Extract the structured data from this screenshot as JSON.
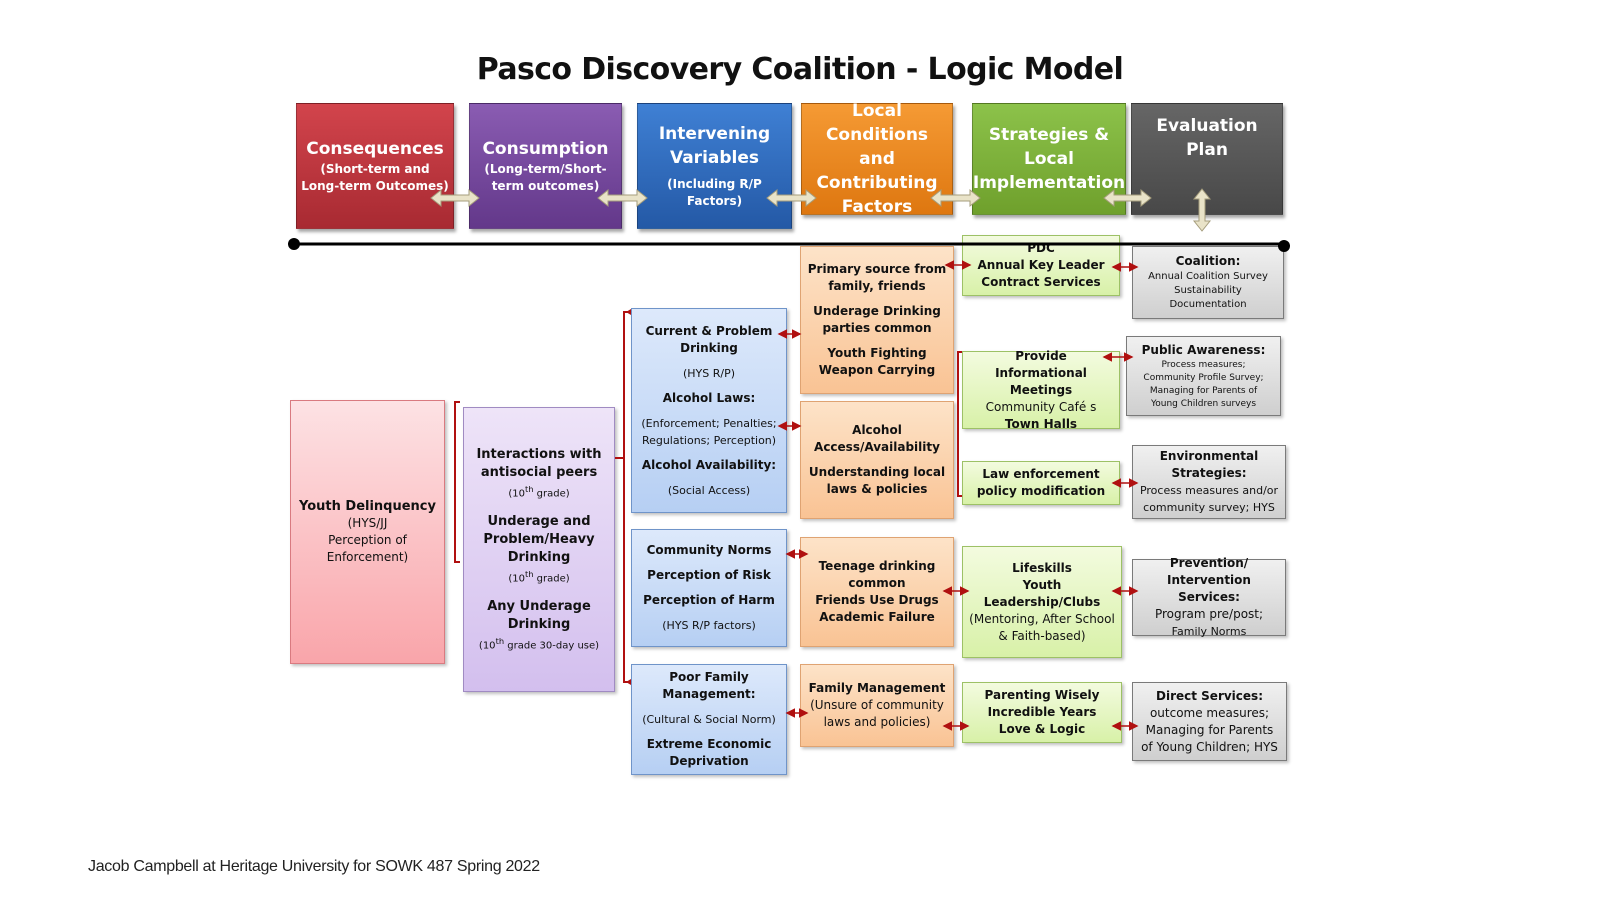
{
  "title": "Pasco Discovery Coalition - Logic Model",
  "footer": "Jacob Campbell at Heritage University for SOWK 487 Spring 2022",
  "headers": {
    "consequences": {
      "title": "Consequences",
      "sub": "(Short-term and Long-term Outcomes)",
      "color": "#c0333c"
    },
    "consumption": {
      "title": "Consumption",
      "sub": "(Long-term/Short-term outcomes)",
      "color": "#7a4aa0"
    },
    "intervening": {
      "title": "Intervening Variables",
      "sub": "(Including R/P Factors)",
      "color": "#2d6dc0"
    },
    "local": {
      "title": "Local Conditions and Contributing Factors",
      "color": "#ef8a1e"
    },
    "strategies": {
      "title": "Strategies & Local Implementation",
      "color": "#7fb23a"
    },
    "evaluation": {
      "title": "Evaluation Plan",
      "color": "#555555"
    }
  },
  "consequence_box": {
    "title": "Youth Delinquency",
    "lines": [
      "(HYS/JJ",
      "Perception of",
      "Enforcement)"
    ]
  },
  "consumption_box": {
    "item1": "Interactions with antisocial peers",
    "item1_note": "(10",
    "item1_sup": "th",
    "item1_note2": " grade)",
    "item2": "Underage and Problem/Heavy Drinking",
    "item2_note": "(10",
    "item2_sup": "th",
    "item2_note2": " grade)",
    "item3": "Any Underage Drinking",
    "item3_note": "(10",
    "item3_sup": "th",
    "item3_note2": " grade 30-day use)"
  },
  "intervening_boxes": {
    "box1": {
      "a": "Current & Problem Drinking",
      "b": "(HYS R/P)",
      "c": "Alcohol Laws:",
      "d": "(Enforcement; Penalties; Regulations; Perception)",
      "e": "Alcohol Availability:",
      "f": "(Social Access)"
    },
    "box2": {
      "a": "Community Norms",
      "b": "Perception of Risk",
      "c": "Perception of Harm",
      "d": "(HYS R/P factors)"
    },
    "box3": {
      "a": "Poor Family Management:",
      "b": "(Cultural & Social Norm)",
      "c": "Extreme Economic Deprivation"
    }
  },
  "local_boxes": {
    "box1": {
      "a": "Primary source from family, friends",
      "b": "Underage Drinking parties common",
      "c": "Youth Fighting Weapon Carrying"
    },
    "box2": {
      "a": "Alcohol Access/Availability",
      "b": "Understanding local laws & policies"
    },
    "box3": {
      "a": "Teenage drinking common",
      "b": "Friends Use Drugs",
      "c": "Academic Failure"
    },
    "box4": {
      "a": "Family Management",
      "b": "(Unsure of community laws and policies)"
    }
  },
  "strategy_boxes": {
    "box1": {
      "a": "PDC",
      "b": "Annual Key Leader",
      "c": "Contract Services"
    },
    "box2": {
      "a": "Provide Informational Meetings",
      "b": "Community Café s",
      "c": "Town Halls"
    },
    "box3": {
      "a": "Law enforcement policy modification"
    },
    "box4": {
      "a": "Lifeskills",
      "b": "Youth",
      "c": "Leadership/Clubs",
      "d": "(Mentoring, After School & Faith-based)"
    },
    "box5": {
      "a": "Parenting Wisely",
      "b": "Incredible Years",
      "c": "Love & Logic"
    }
  },
  "evaluation_boxes": {
    "box1": {
      "a": "Coalition:",
      "b": "Annual Coalition Survey",
      "c": "Sustainability",
      "d": "Documentation"
    },
    "box2": {
      "a": "Public Awareness:",
      "b": "Process measures;",
      "c": "Community Profile Survey;",
      "d": "Managing for Parents of",
      "e": "Young Children surveys"
    },
    "box3": {
      "a": "Environmental Strategies:",
      "b": "Process measures and/or community survey; HYS"
    },
    "box4": {
      "a": "Prevention/ Intervention Services:",
      "b": "Program pre/post;",
      "c": "Family Norms"
    },
    "box5": {
      "a": "Direct Services:",
      "b": "outcome measures;",
      "c": "Managing for Parents",
      "d": "of Young Children; HYS"
    }
  },
  "colors": {
    "connector": "#b01010",
    "header_arrow": "#e8e2c8",
    "timeline": "#000000"
  }
}
